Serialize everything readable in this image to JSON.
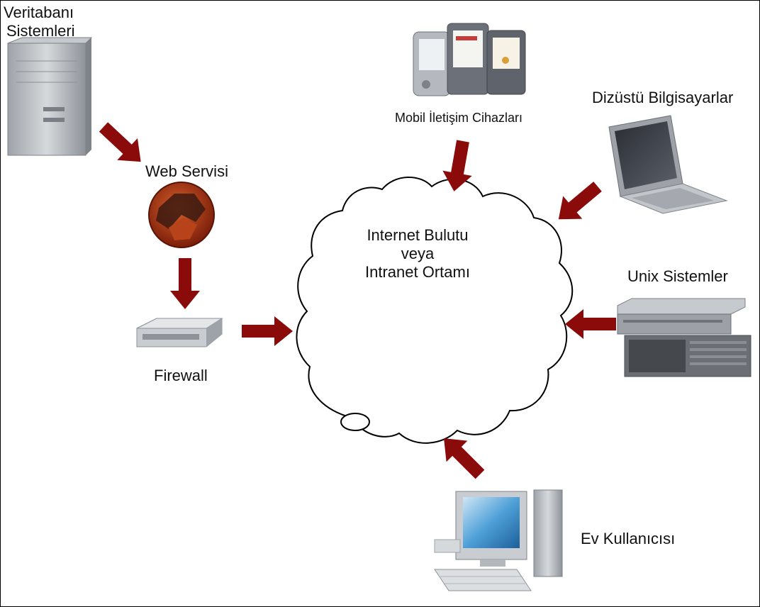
{
  "labels": {
    "database_line1": "Veritabanı",
    "database_line2": "Sistemleri",
    "web_service": "Web Servisi",
    "firewall": "Firewall",
    "mobile": "Mobil İletişim Cihazları",
    "laptops": "Dizüstü Bilgisayarlar",
    "unix": "Unix Sistemler",
    "home_user": "Ev Kullanıcısı",
    "cloud_line1": "Internet Bulutu",
    "cloud_line2": "veya",
    "cloud_line3": "Intranet Ortamı"
  },
  "colors": {
    "arrow": "#8b0a0a",
    "cloud_stroke": "#000000",
    "device_gray": "#b8bcc2"
  },
  "icons": [
    "server-tower-icon",
    "gear-icon",
    "firewall-icon",
    "pda-icon",
    "laptop-icon",
    "rack-server-icon",
    "desktop-computer-icon"
  ]
}
